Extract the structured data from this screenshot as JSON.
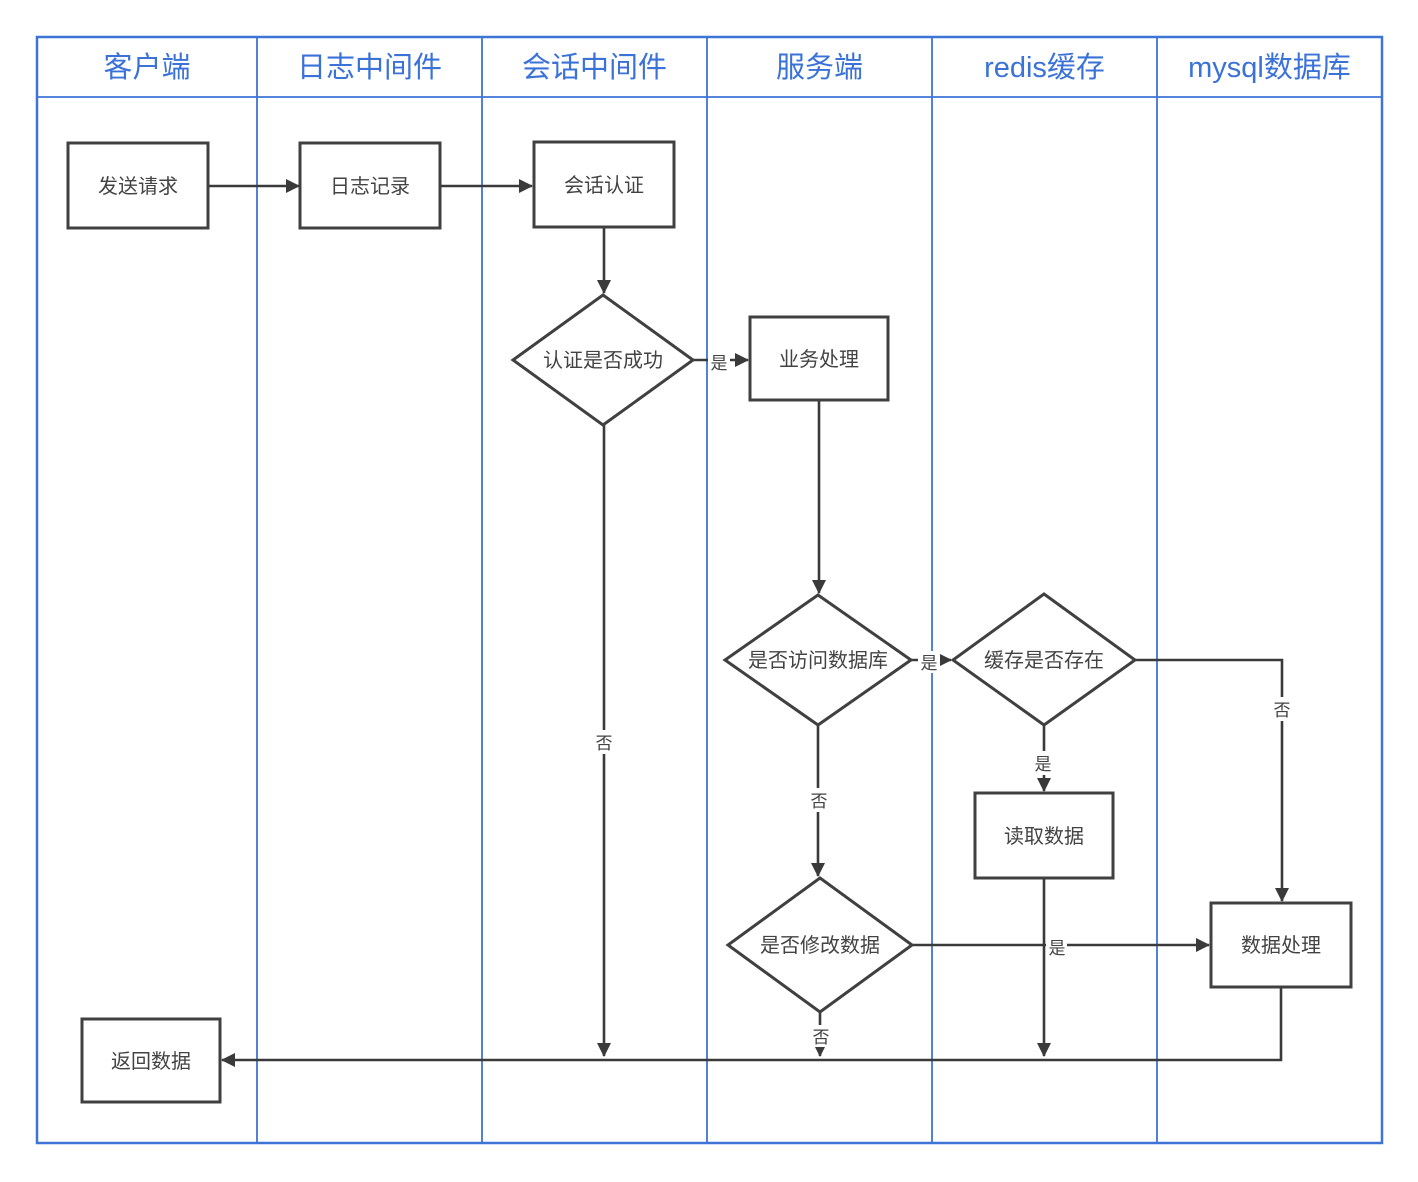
{
  "colors": {
    "lane-border": "#3e74d6",
    "lane-title": "#3b72d8",
    "edge": "#3a3a3a",
    "shape-border": "#404040",
    "text": "#434343",
    "bg": "#ffffff"
  },
  "lanes": [
    {
      "label": "客户端"
    },
    {
      "label": "日志中间件"
    },
    {
      "label": "会话中间件"
    },
    {
      "label": "服务端"
    },
    {
      "label": "redis缓存"
    },
    {
      "label": "mysql数据库"
    }
  ],
  "nodes": {
    "send_request": "发送请求",
    "log_record": "日志记录",
    "session_auth": "会话认证",
    "auth_check": "认证是否成功",
    "business": "业务处理",
    "access_db": "是否访问数据库",
    "cache_exists": "缓存是否存在",
    "read_data": "读取数据",
    "modify_data": "是否修改数据",
    "data_process": "数据处理",
    "return_data": "返回数据"
  },
  "edge_labels": {
    "auth_yes": "是",
    "auth_no": "否",
    "access_yes": "是",
    "access_no": "否",
    "cache_yes": "是",
    "cache_no": "否",
    "modify_yes": "是",
    "modify_no": "否"
  }
}
